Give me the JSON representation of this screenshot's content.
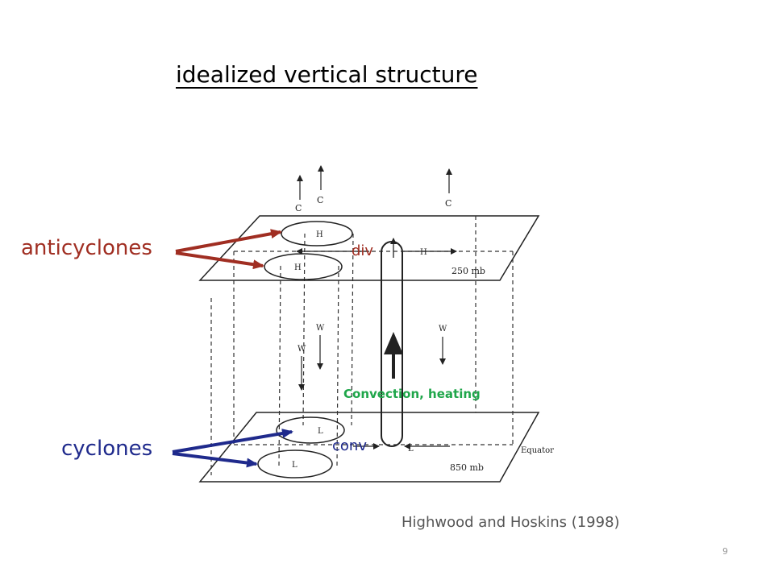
{
  "slide": {
    "title": "idealized vertical structure",
    "citation": "Highwood and Hoskins (1998)",
    "page_number": "9"
  },
  "annotations": {
    "anticyclones": "anticyclones",
    "cyclones": "cyclones",
    "div": "div",
    "conv": "conv",
    "convection_heating": "Convection, heating"
  },
  "figure": {
    "upper_level": "250 mb",
    "lower_level": "850 mb",
    "equator": "Equator",
    "c_label": "C",
    "h_label": "H",
    "l_label": "L",
    "w_label": "W"
  },
  "colors": {
    "anticyclone_arrow": "#a02e22",
    "cyclone_arrow": "#1f2a8c",
    "convection_text": "#1fa64a"
  }
}
